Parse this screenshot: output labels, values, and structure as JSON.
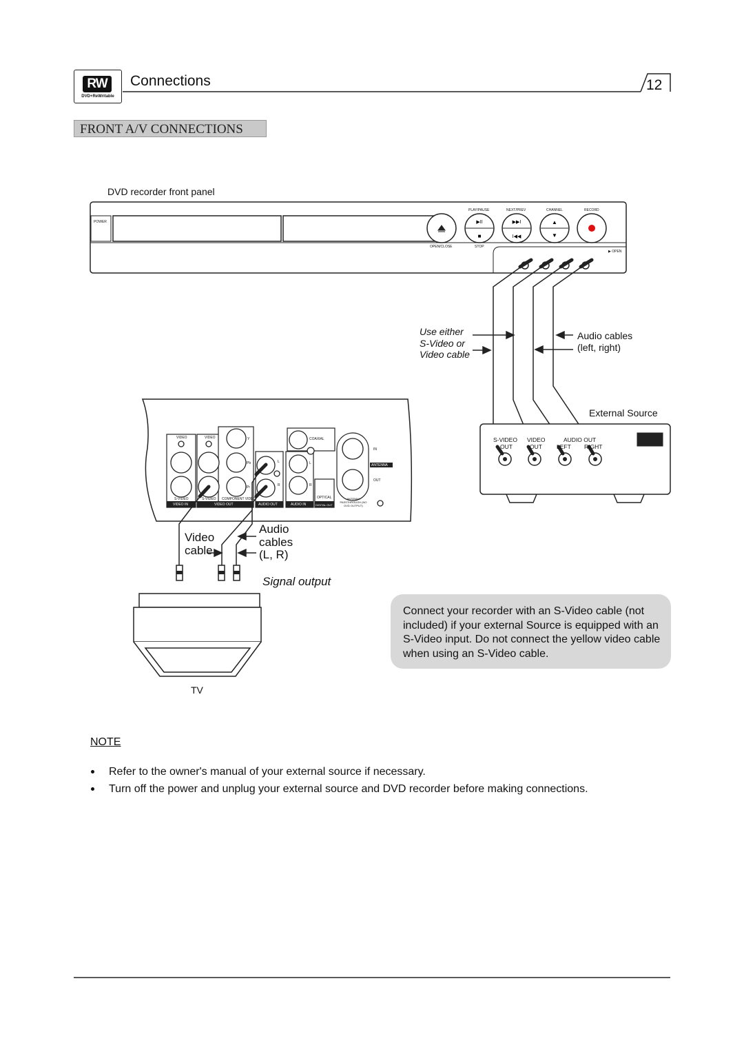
{
  "header": {
    "logo_text": "RW",
    "logo_subtext": "DVD+ReWritable",
    "chapter": "Connections",
    "page_number": "12"
  },
  "section_title": "FRONT A/V CONNECTIONS",
  "diagram": {
    "front_panel_caption": "DVD recorder front panel",
    "front_panel_buttons": {
      "power": "POWER",
      "play_pause": "PLAY/PAUSE",
      "next_prev": "NEXT/PREV",
      "channel": "CHANNEL",
      "record": "RECORD",
      "open_close": "OPEN/CLOSE",
      "stop": "STOP",
      "open": "▶ OPEN"
    },
    "cable_choice_label": [
      "Use either",
      "S-Video or",
      "Video cable"
    ],
    "audio_cables_label": [
      "Audio cables",
      "(left, right)"
    ],
    "external_source_label": "External Source",
    "external_ports": [
      "S-VIDEO",
      "VIDEO",
      "AUDIO OUT"
    ],
    "external_ports_sub": [
      "OUT",
      "OUT",
      "LEFT",
      "RIGHT"
    ],
    "rear_panel_labels": {
      "video": "VIDEO",
      "svideo": "S-VIDEO",
      "component_video": "COMPONENT VIDEO",
      "video_in": "VIDEO IN",
      "video_out": "VIDEO OUT",
      "audio_out": "AUDIO OUT",
      "audio_in": "AUDIO IN",
      "digital_out": "DIGITAL OUT",
      "coaxial": "COAXIAL",
      "optical": "OPTICAL",
      "antenna": "ANTENNA",
      "in": "IN",
      "out": "OUT",
      "passthrough": "ANTENNA PASSTHROUGH (NO DVD OUTPUT)",
      "y": "Y",
      "pb": "Pb",
      "pr": "Pr",
      "l": "L",
      "r": "R"
    },
    "video_cable_label": [
      "Video",
      "cable"
    ],
    "audio_cables_lr_label": [
      "Audio",
      "cables",
      "(L, R)"
    ],
    "signal_output_label": "Signal output",
    "tv_label": "TV"
  },
  "info_box": "Connect your recorder with an S-Video cable (not included) if your external Source is equipped with an S-Video input. Do not connect the yellow video cable when using an S-Video cable.",
  "note": {
    "heading": "NOTE",
    "items": [
      "Refer to the owner's manual of your external source if necessary.",
      "Turn off the power and unplug your external source and DVD recorder before making connections."
    ]
  }
}
